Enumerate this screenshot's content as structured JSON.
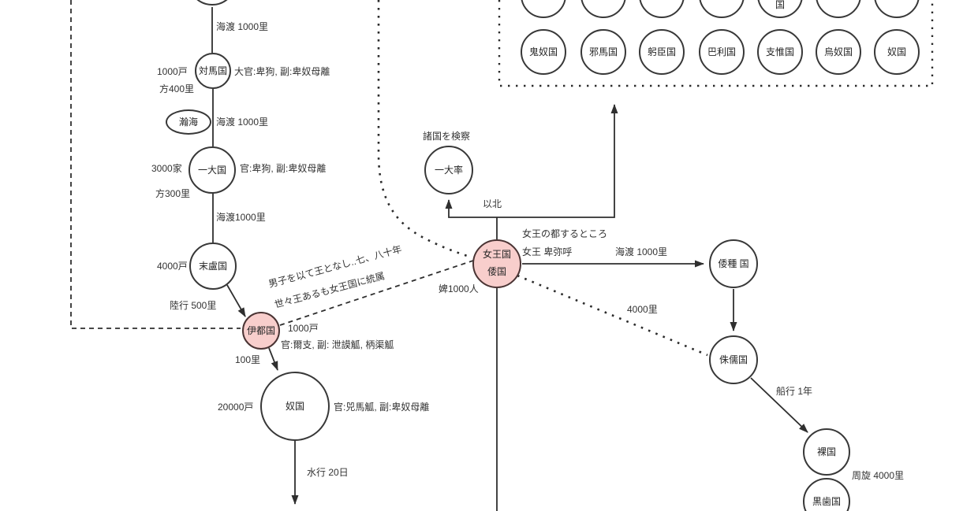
{
  "nodes": {
    "start_partial": {
      "label": ""
    },
    "tsushima": {
      "label": "対馬国"
    },
    "kankai": {
      "label": "瀚海"
    },
    "ichidai": {
      "label": "一大国"
    },
    "matsuro": {
      "label": "末盧国"
    },
    "ito": {
      "label": "伊都国"
    },
    "na": {
      "label": "奴国"
    },
    "ichidaisotsu": {
      "label": "一大率"
    },
    "queen": {
      "label": "女王国\n倭国"
    },
    "washu": {
      "label": "倭種 国"
    },
    "shuju": {
      "label": "侏儒国"
    },
    "ra": {
      "label": "裸国"
    },
    "kokushi": {
      "label": "黒歯国"
    },
    "box_top_partial": {
      "label": "国"
    },
    "box_row2": [
      "鬼奴国",
      "邪馬国",
      "躬臣国",
      "巴利国",
      "支惟国",
      "烏奴国",
      "奴国"
    ]
  },
  "edge_labels": {
    "kaito1": "海渡 1000里",
    "kaito2": "海渡 1000里",
    "kaito3": "海渡1000里",
    "rikko": "陸行 500里",
    "ri100": "100里",
    "suiko": "水行 20日",
    "ihoku": "以北",
    "kaito4": "海渡 1000里",
    "ri4000": "4000里",
    "senko": "船行 1年",
    "shusen": "周旋 4000里"
  },
  "annotations": {
    "tsushima_households": "1000戸",
    "tsushima_size": "方400里",
    "tsushima_officials": "大官:卑狗, 副:卑奴母離",
    "ichidai_households": "3000家",
    "ichidai_officials": "官:卑狗, 副:卑奴母離",
    "ichidai_size": "方300里",
    "matsuro_households": "4000戸",
    "ito_households": "1000戸",
    "ito_officials": "官:爾支, 副: 泄謨觚, 柄渠觚",
    "na_households": "20000戸",
    "na_officials": "官:兕馬觚, 副:卑奴母離",
    "note_line1": "男子を以て王となし..七、八十年",
    "note_line2": "世々王あるも女王国に統属",
    "ichidaisotsu_note": "諸国を検察",
    "queen_note1": "女王の都するところ",
    "queen_note2": "女王 卑弥呼",
    "queen_servants": "婢1000人"
  },
  "colors": {
    "highlight_fill": "#f8cecc",
    "stroke": "#2f2f2f"
  }
}
